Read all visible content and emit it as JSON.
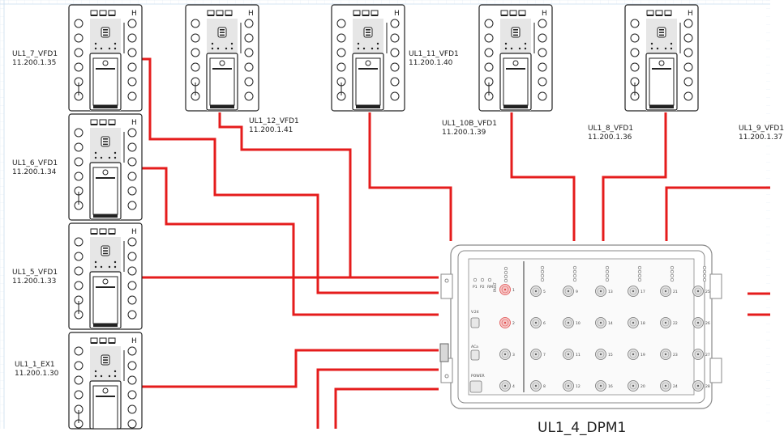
{
  "devices": [
    {
      "id": "ul1_7",
      "name": "UL1_7_VFD1",
      "ip": "11.200.1.35"
    },
    {
      "id": "ul1_12",
      "name": "UL1_12_VFD1",
      "ip": "11.200.1.41"
    },
    {
      "id": "ul1_11",
      "name": "UL1_11_VFD1",
      "ip": "11.200.1.40"
    },
    {
      "id": "ul1_10b",
      "name": "UL1_10B_VFD1",
      "ip": "11.200.1.39"
    },
    {
      "id": "ul1_8",
      "name": "UL1_8_VFD1",
      "ip": "11.200.1.36"
    },
    {
      "id": "ul1_9",
      "name": "UL1_9_VFD1",
      "ip": "11.200.1.37"
    },
    {
      "id": "ul1_6",
      "name": "UL1_6_VFD1",
      "ip": "11.200.1.34"
    },
    {
      "id": "ul1_5",
      "name": "UL1_5_VFD1",
      "ip": "11.200.1.33"
    },
    {
      "id": "ul1_1",
      "name": "UL1_1_EX1",
      "ip": "11.200.1.30"
    }
  ],
  "switch": {
    "title": "UL1_4_DPM1",
    "left_labels": [
      "P1",
      "P2",
      "RM",
      "FAULT",
      "V.24",
      "ACa",
      "POWER"
    ],
    "port_numbers": [
      "1",
      "2",
      "3",
      "4",
      "5",
      "6",
      "7",
      "8",
      "9",
      "10",
      "11",
      "12",
      "13",
      "14",
      "15",
      "16",
      "17",
      "18",
      "19",
      "20",
      "21",
      "22",
      "23",
      "24",
      "25",
      "26",
      "27",
      "28"
    ]
  },
  "colors": {
    "wire": "#e51c1c",
    "outline": "#222222",
    "grid": "#c9dcef",
    "bg": "#ffffff"
  }
}
